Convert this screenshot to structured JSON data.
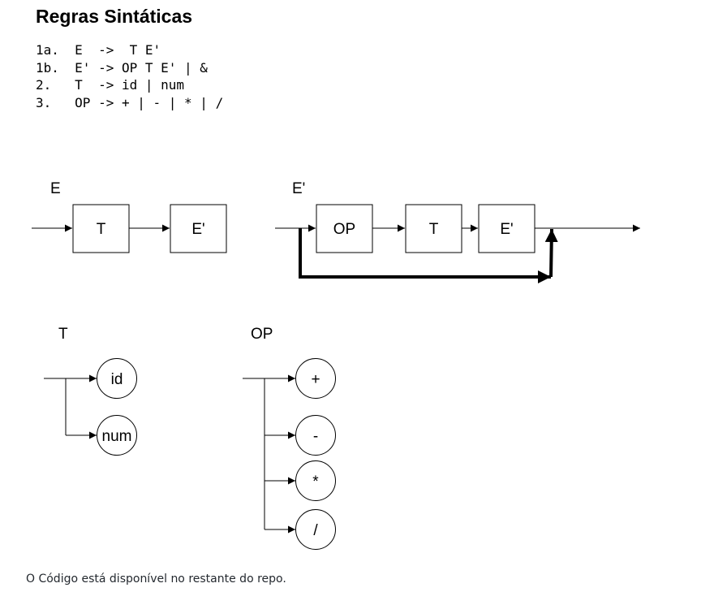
{
  "heading": "Regras Sintáticas",
  "rules": [
    {
      "num": "1a.",
      "lhs": "E",
      "rhs": "->  T E'"
    },
    {
      "num": "1b.",
      "lhs": "E'",
      "rhs": "-> OP T E' | &"
    },
    {
      "num": "2.",
      "lhs": "T",
      "rhs": "-> id | num"
    },
    {
      "num": "3.",
      "lhs": "OP",
      "rhs": "-> + | - | * | /"
    }
  ],
  "diagrams": {
    "e": {
      "title": "E",
      "boxes": [
        "T",
        "E'"
      ]
    },
    "eprime": {
      "title": "E'",
      "boxes": [
        "OP",
        "T",
        "E'"
      ]
    },
    "t": {
      "title": "T",
      "options": [
        "id",
        "num"
      ]
    },
    "op": {
      "title": "OP",
      "options": [
        "+",
        "-",
        "*",
        "/"
      ]
    }
  },
  "footer": "O Código está disponível no restante do repo."
}
